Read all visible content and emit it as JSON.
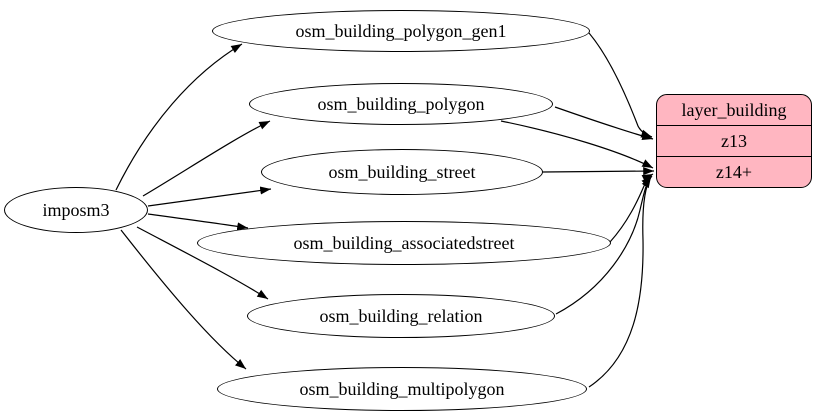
{
  "diagram": {
    "source_node": {
      "label": "imposm3"
    },
    "tables": [
      {
        "label": "osm_building_polygon_gen1"
      },
      {
        "label": "osm_building_polygon"
      },
      {
        "label": "osm_building_street"
      },
      {
        "label": "osm_building_associatedstreet"
      },
      {
        "label": "osm_building_relation"
      },
      {
        "label": "osm_building_multipolygon"
      }
    ],
    "layer_node": {
      "title": "layer_building",
      "zoom_rows": [
        "z13",
        "z14+"
      ]
    },
    "edges": [
      {
        "from": "imposm3",
        "to": "osm_building_polygon_gen1"
      },
      {
        "from": "imposm3",
        "to": "osm_building_polygon"
      },
      {
        "from": "imposm3",
        "to": "osm_building_street"
      },
      {
        "from": "imposm3",
        "to": "osm_building_associatedstreet"
      },
      {
        "from": "imposm3",
        "to": "osm_building_relation"
      },
      {
        "from": "imposm3",
        "to": "osm_building_multipolygon"
      },
      {
        "from": "osm_building_polygon_gen1",
        "to": "layer_building:z13"
      },
      {
        "from": "osm_building_polygon",
        "to": "layer_building:z13"
      },
      {
        "from": "osm_building_polygon",
        "to": "layer_building:z14+"
      },
      {
        "from": "osm_building_street",
        "to": "layer_building:z14+"
      },
      {
        "from": "osm_building_associatedstreet",
        "to": "layer_building:z14+"
      },
      {
        "from": "osm_building_relation",
        "to": "layer_building:z14+"
      },
      {
        "from": "osm_building_multipolygon",
        "to": "layer_building:z14+"
      }
    ],
    "colors": {
      "layer_fill": "#ffb6c1",
      "table_fill": "#ffffff",
      "edge": "#000000",
      "border": "#000000",
      "background": "#ffffff"
    }
  }
}
